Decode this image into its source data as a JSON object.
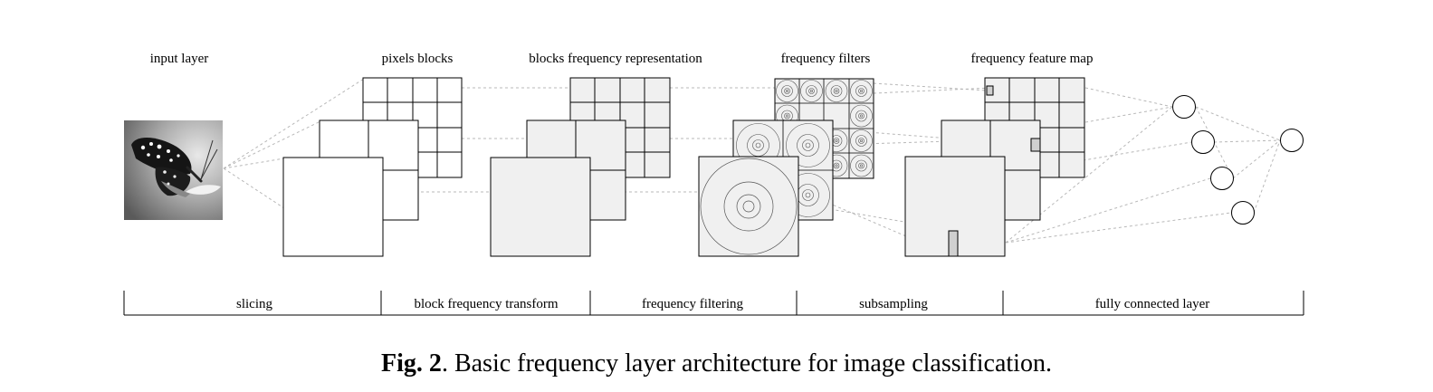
{
  "stage_titles": {
    "input": "input layer",
    "pixels": "pixels blocks",
    "freq_repr": "blocks frequency representation",
    "filters": "frequency filters",
    "feature_map": "frequency feature map"
  },
  "operations": [
    "slicing",
    "block frequency transform",
    "frequency filtering",
    "subsampling",
    "fully connected layer"
  ],
  "caption": {
    "label": "Fig. 2",
    "text": ". Basic frequency layer architecture for image classification."
  },
  "colors": {
    "block_fill": "#f0f0f0",
    "guide_line": "#b8b8b8",
    "stroke": "#000000"
  },
  "icons": {
    "input_image": "butterfly-photo-icon",
    "neuron": "circle-node-icon"
  }
}
